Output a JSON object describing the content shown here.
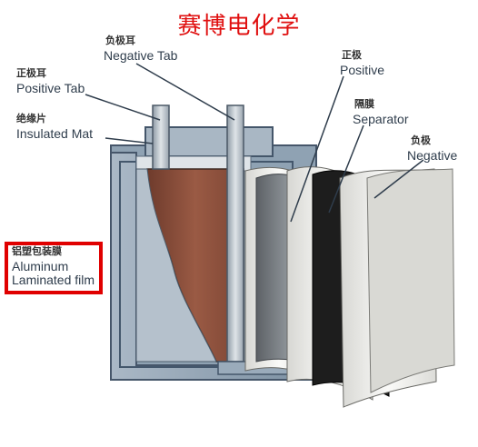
{
  "title": "赛博电化学",
  "labels": {
    "negative_tab": {
      "cn": "负极耳",
      "en": "Negative Tab"
    },
    "positive_tab": {
      "cn": "正极耳",
      "en": "Positive Tab"
    },
    "insulated_mat": {
      "cn": "绝缘片",
      "en": "Insulated Mat"
    },
    "positive": {
      "cn": "正极",
      "en": "Positive"
    },
    "separator": {
      "cn": "隔膜",
      "en": "Separator"
    },
    "negative": {
      "cn": "负极",
      "en": "Negative"
    },
    "laminated_film": {
      "cn": "铝塑包装膜",
      "en_line1": "Aluminum",
      "en_line2": "Laminated film"
    }
  },
  "colors": {
    "title": "#e01010",
    "highlight_box": "#e00000",
    "casing": "#7f94a6",
    "electrode_copper": "#8c4f3c",
    "separator_white": "#f4f4f2",
    "negative_black": "#1d1d1d"
  }
}
